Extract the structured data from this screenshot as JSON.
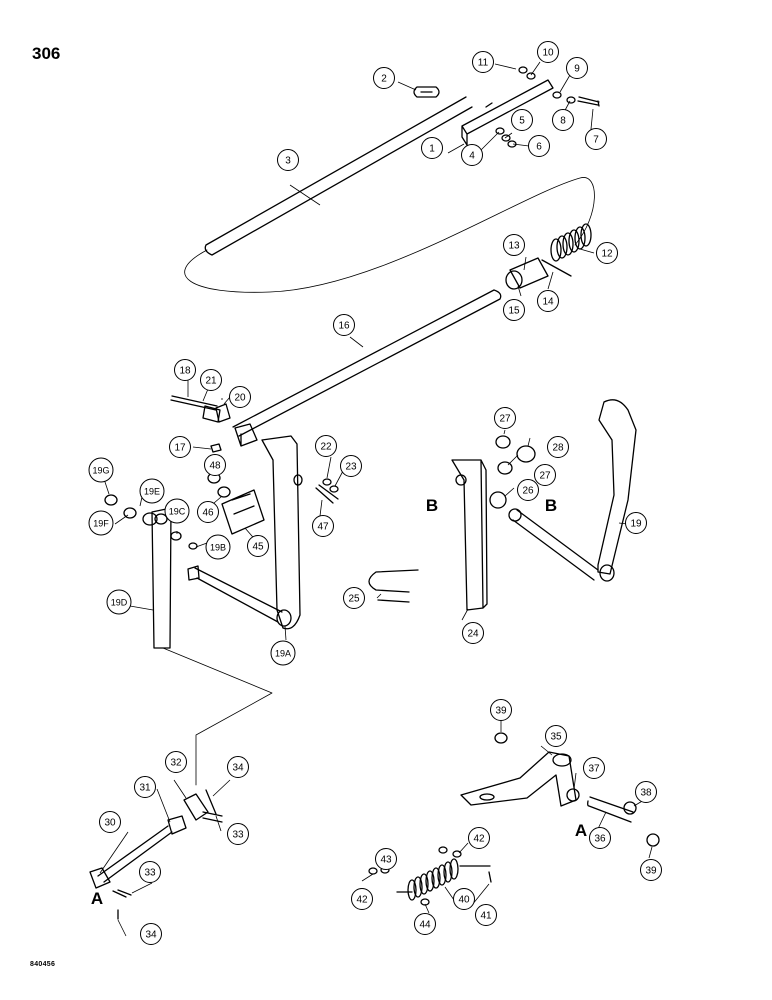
{
  "page_number": "306",
  "figure_code": "840456",
  "section_markers": [
    "A",
    "B"
  ],
  "callouts": [
    "1",
    "2",
    "3",
    "4",
    "5",
    "6",
    "7",
    "8",
    "9",
    "10",
    "11",
    "12",
    "13",
    "14",
    "15",
    "16",
    "17",
    "18",
    "19",
    "19A",
    "19B",
    "19C",
    "19D",
    "19E",
    "19F",
    "19G",
    "20",
    "21",
    "22",
    "23",
    "24",
    "25",
    "26",
    "27",
    "28",
    "30",
    "31",
    "32",
    "33",
    "34",
    "35",
    "36",
    "37",
    "38",
    "39",
    "40",
    "41",
    "42",
    "43",
    "44",
    "45",
    "46",
    "47",
    "48"
  ],
  "colors": {
    "line": "#000000",
    "background": "#ffffff"
  }
}
